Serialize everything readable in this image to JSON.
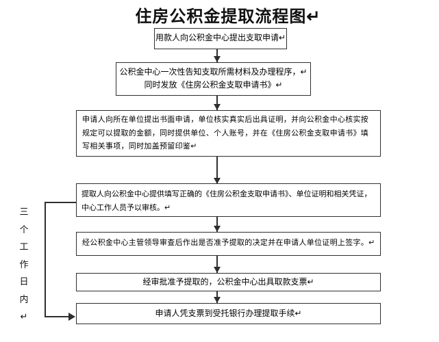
{
  "title": "住房公积金提取流程图↵",
  "flow": {
    "steps": [
      {
        "id": "step-1",
        "text": "用款人向公积金中心提出支取申请↵"
      },
      {
        "id": "step-2",
        "text": "公积金中心一次性告知支取所需材料及办理程序，↵\n同时发放《住房公积金支取申请书》↵"
      },
      {
        "id": "step-3",
        "text": "申请人向所在单位提出书面申请，单位核实真实后出具证明，并向公积金中心核实按\n规定可以提取的金额，同时提供单位、个人账号，并在《住房公积金支取申请书》填\n写相关事项，同时加盖预留印鉴↵"
      },
      {
        "id": "step-4",
        "text": "提取人向公积金中心提供填写正确的《住房公积金支取申请书》、单位证明和相关凭证，\n中心工作人员予以审核。↵"
      },
      {
        "id": "step-5",
        "text": "经公积金中心主管领导审查后作出是否准予提取的决定并在申请人单位证明上签字。↵"
      },
      {
        "id": "step-6",
        "text": "经审批准予提取的，公积金中心出具取款支票↵"
      },
      {
        "id": "step-7",
        "text": "申请人凭支票到受托银行办理提取手续↵"
      }
    ],
    "side_label": "三\n个\n工\n作\n日\n内\n↵",
    "colors": {
      "background": "#ffffff",
      "text": "#000000",
      "box_border": "#2e2e2e",
      "arrow": "#2e2e2e"
    }
  }
}
